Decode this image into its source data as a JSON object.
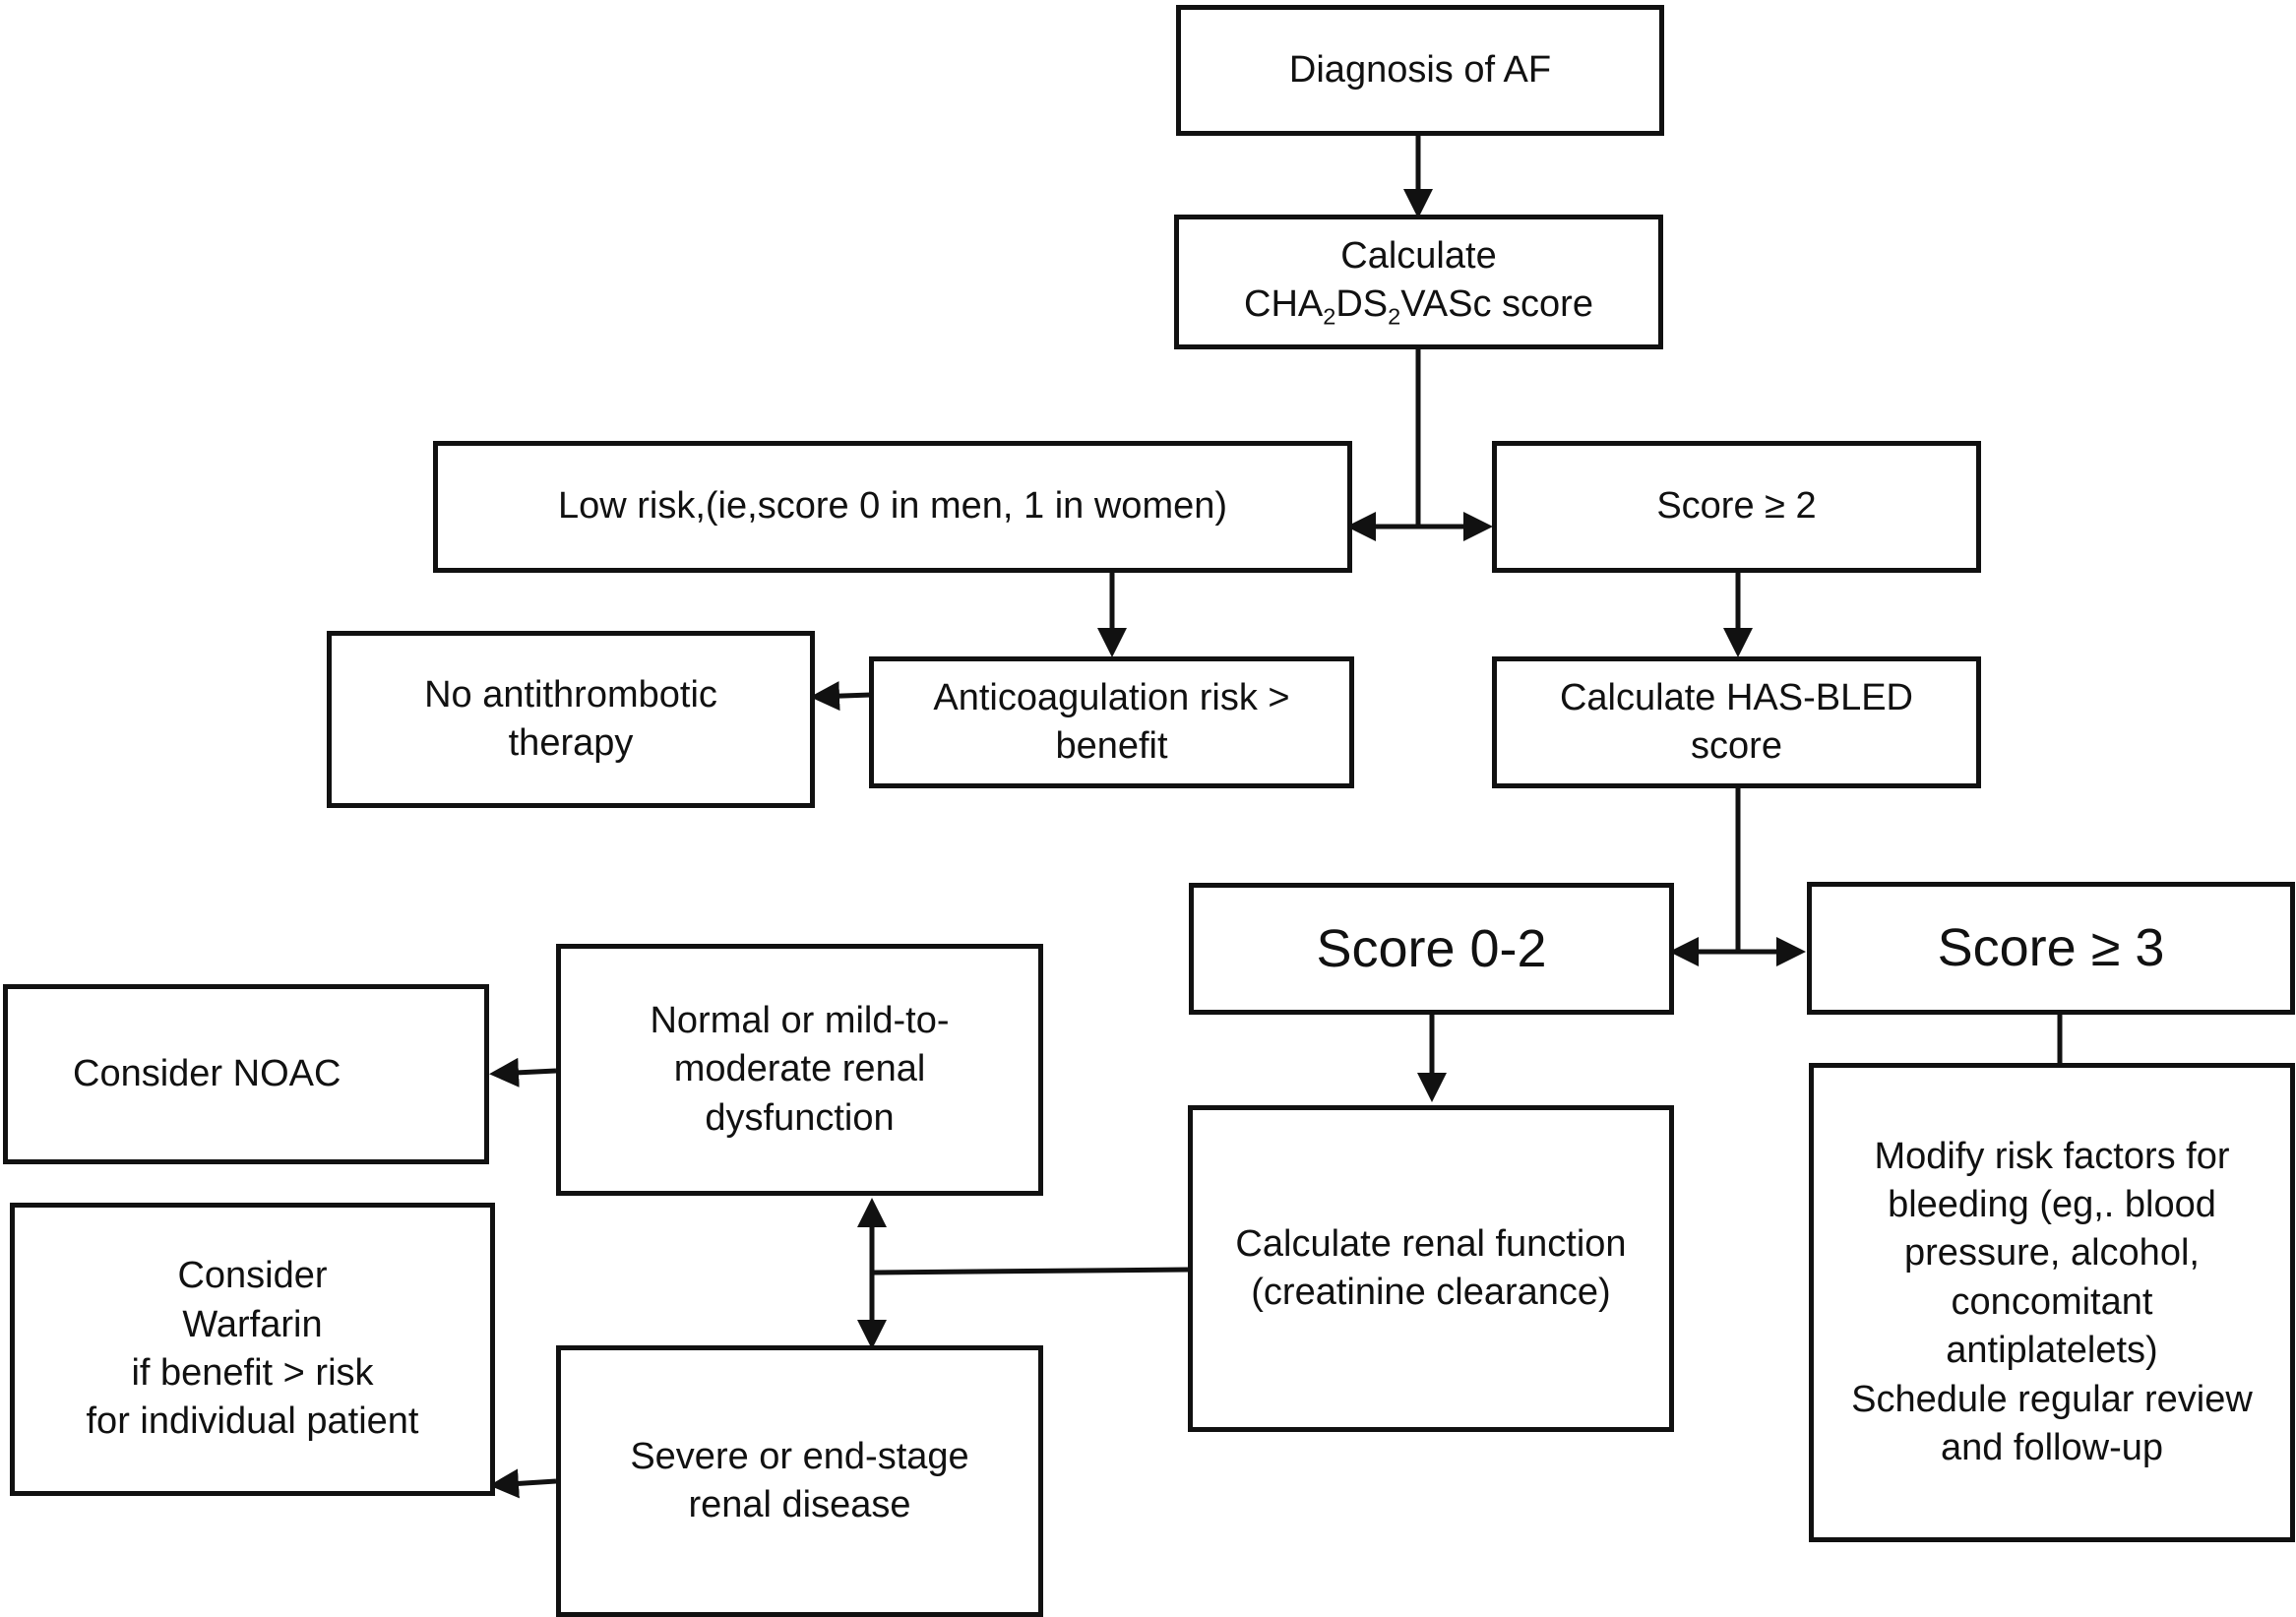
{
  "nodes": {
    "diagnosis": {
      "label": "Diagnosis of AF"
    },
    "calc_cha": {
      "line1": "Calculate",
      "pre": "CHA",
      "sub1": "2",
      "mid": "DS",
      "sub2": "2",
      "post": "VASc score"
    },
    "low_risk": {
      "label": "Low risk,(ie,score 0 in men, 1 in women)"
    },
    "score_ge2": {
      "label": "Score ≥ 2"
    },
    "no_therapy": {
      "label": "No antithrombotic\ntherapy"
    },
    "anticoag": {
      "label": "Anticoagulation risk >\nbenefit"
    },
    "calc_hasbled": {
      "label": "Calculate HAS-BLED\nscore"
    },
    "score_02": {
      "label": "Score 0-2"
    },
    "score_ge3": {
      "label": "Score ≥ 3"
    },
    "consider_noac": {
      "label": "Consider NOAC"
    },
    "normal_renal": {
      "label": "Normal or mild-to-\nmoderate renal\ndysfunction"
    },
    "calc_renal": {
      "label": "Calculate renal function\n(creatinine clearance)"
    },
    "modify_risk": {
      "label": "Modify risk factors for\nbleeding (eg,. blood\npressure, alcohol,\nconcomitant\nantiplatelets)\nSchedule regular review\nand follow-up"
    },
    "consider_warfarin": {
      "label": "Consider\nWarfarin\nif benefit > risk\nfor individual patient"
    },
    "severe_renal": {
      "label": "Severe or end-stage\nrenal disease"
    }
  }
}
